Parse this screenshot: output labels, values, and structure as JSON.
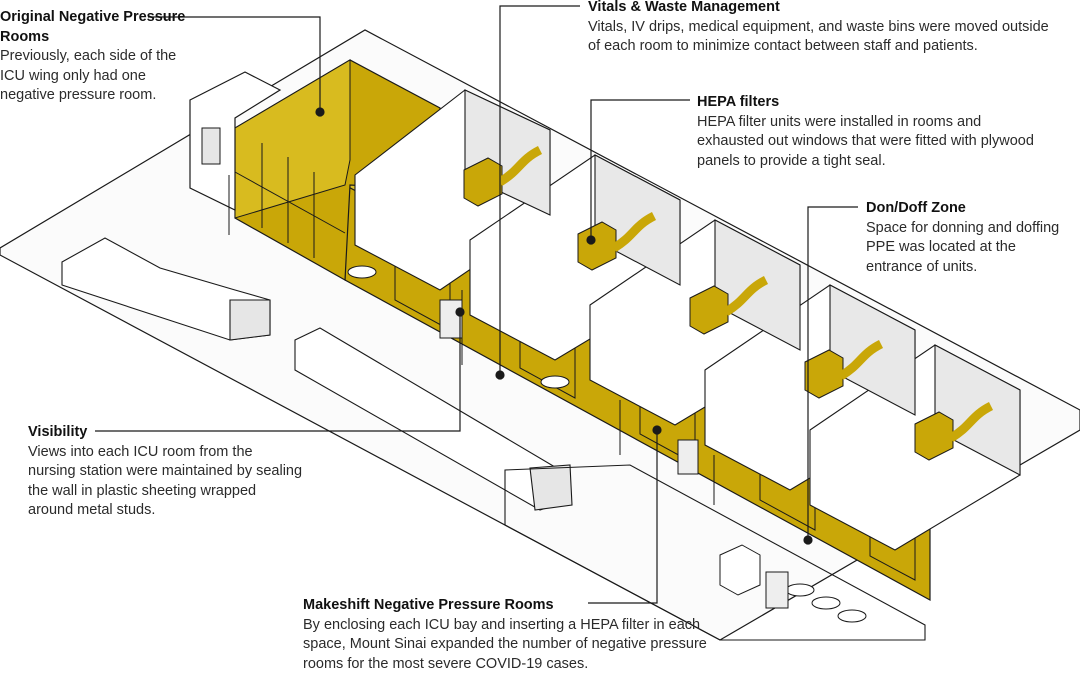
{
  "colors": {
    "accent_yellow": "#c9a708",
    "accent_yellow_light": "#dcc02a",
    "wall_white": "#ffffff",
    "wall_gray": "#e6e6e6",
    "floor_gray": "#f2f2f2",
    "line": "#1a1a1a"
  },
  "annotations": {
    "original": {
      "title": "Original Negative Pressure Rooms",
      "body": "Previously, each side of the ICU wing only had one negative pressure room."
    },
    "vitals": {
      "title": "Vitals & Waste Management",
      "body": "Vitals, IV drips, medical equipment, and waste bins were moved outside of each room to minimize contact between staff and patients."
    },
    "hepa": {
      "title": "HEPA filters",
      "body": "HEPA filter units were installed in rooms and exhausted out windows that were fitted with plywood panels to provide a tight seal."
    },
    "don_doff": {
      "title": "Don/Doff Zone",
      "body": "Space for donning and doffing PPE was located at the entrance of units."
    },
    "visibility": {
      "title": "Visibility",
      "body": "Views into each ICU room from the nursing station were maintained by sealing the wall in plastic sheeting wrapped around metal studs."
    },
    "makeshift": {
      "title": "Makeshift Negative Pressure Rooms",
      "body": "By enclosing each ICU bay and inserting a HEPA filter in each space, Mount Sinai expanded the number of negative pressure rooms for the most severe COVID-19 cases."
    }
  }
}
